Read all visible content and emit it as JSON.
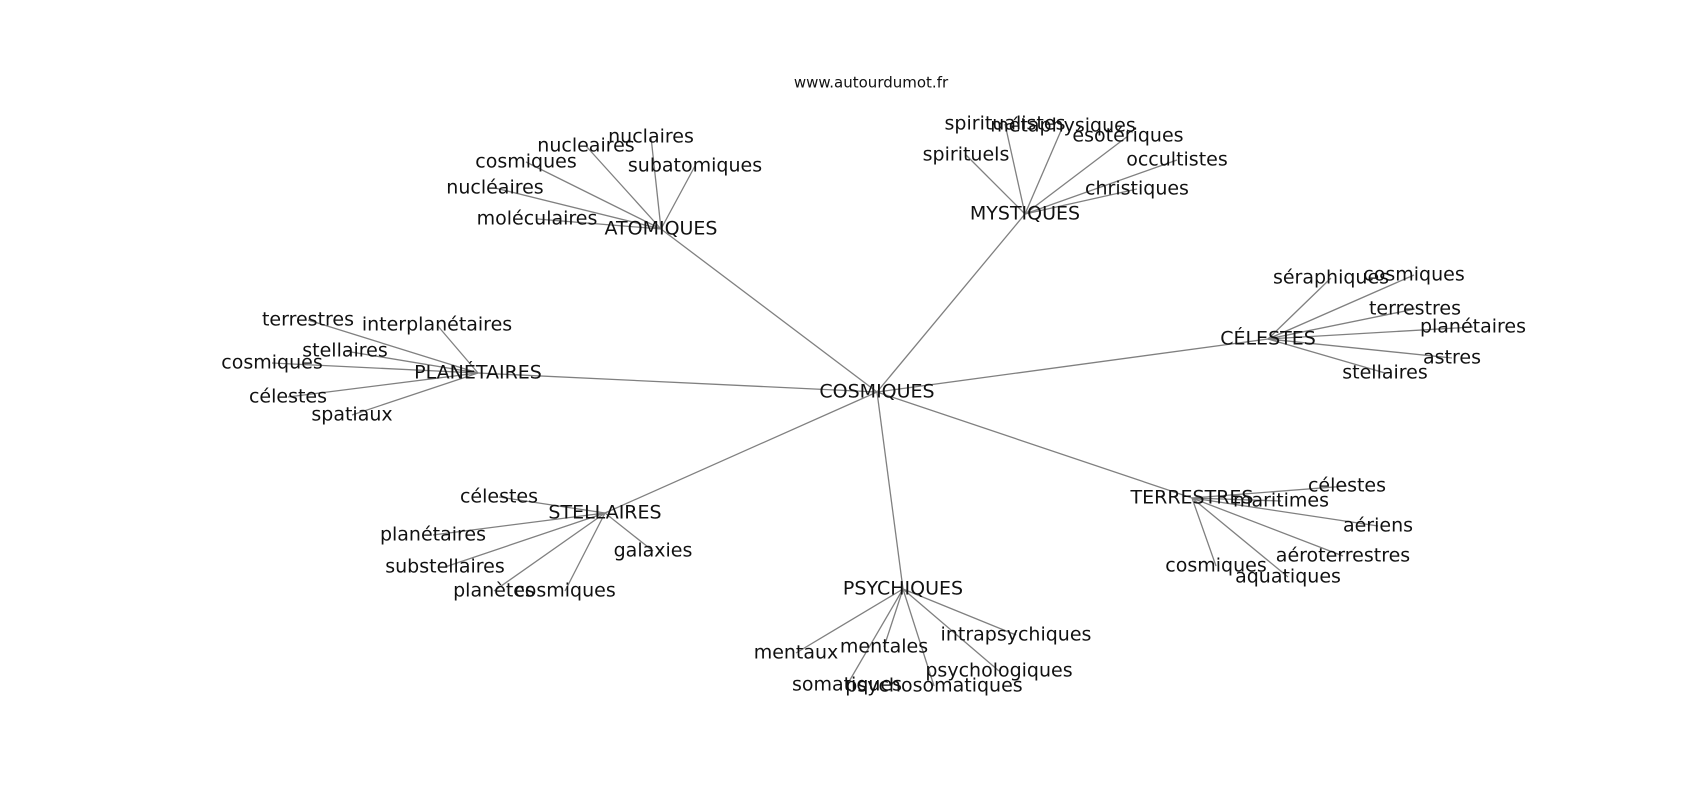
{
  "site": "www.autourdumot.fr",
  "colors": {
    "edge": "#808080",
    "text": "#111111",
    "background": "#ffffff"
  },
  "center": {
    "id": "c",
    "label": "COSMIQUES"
  },
  "hubs": [
    {
      "id": "atomiques",
      "label": "ATOMIQUES",
      "leaves": [
        "nuclaires",
        "nucleaires",
        "cosmiques",
        "subatomiques",
        "nucléaires",
        "moléculaires"
      ]
    },
    {
      "id": "mystiques",
      "label": "MYSTIQUES",
      "leaves": [
        "spiritualistes",
        "métaphysiques",
        "ésotériques",
        "spirituels",
        "occultistes",
        "christiques"
      ]
    },
    {
      "id": "celestes",
      "label": "CÉLESTES",
      "leaves": [
        "séraphiques",
        "cosmiques",
        "terrestres",
        "planétaires",
        "astres",
        "stellaires"
      ]
    },
    {
      "id": "planetaires",
      "label": "PLANÉTAIRES",
      "leaves": [
        "terrestres",
        "interplanétaires",
        "stellaires",
        "cosmiques",
        "célestes",
        "spatiaux"
      ]
    },
    {
      "id": "stellaires",
      "label": "STELLAIRES",
      "leaves": [
        "célestes",
        "planétaires",
        "galaxies",
        "substellaires",
        "planètes",
        "cosmiques"
      ]
    },
    {
      "id": "terrestres",
      "label": "TERRESTRES",
      "leaves": [
        "célestes",
        "maritimes",
        "aériens",
        "aéroterrestres",
        "cosmiques",
        "aquatiques"
      ]
    },
    {
      "id": "psychiques",
      "label": "PSYCHIQUES",
      "leaves": [
        "intrapsychiques",
        "mentaux",
        "mentales",
        "psychologiques",
        "somatiques",
        "psychosomatiques"
      ]
    }
  ]
}
